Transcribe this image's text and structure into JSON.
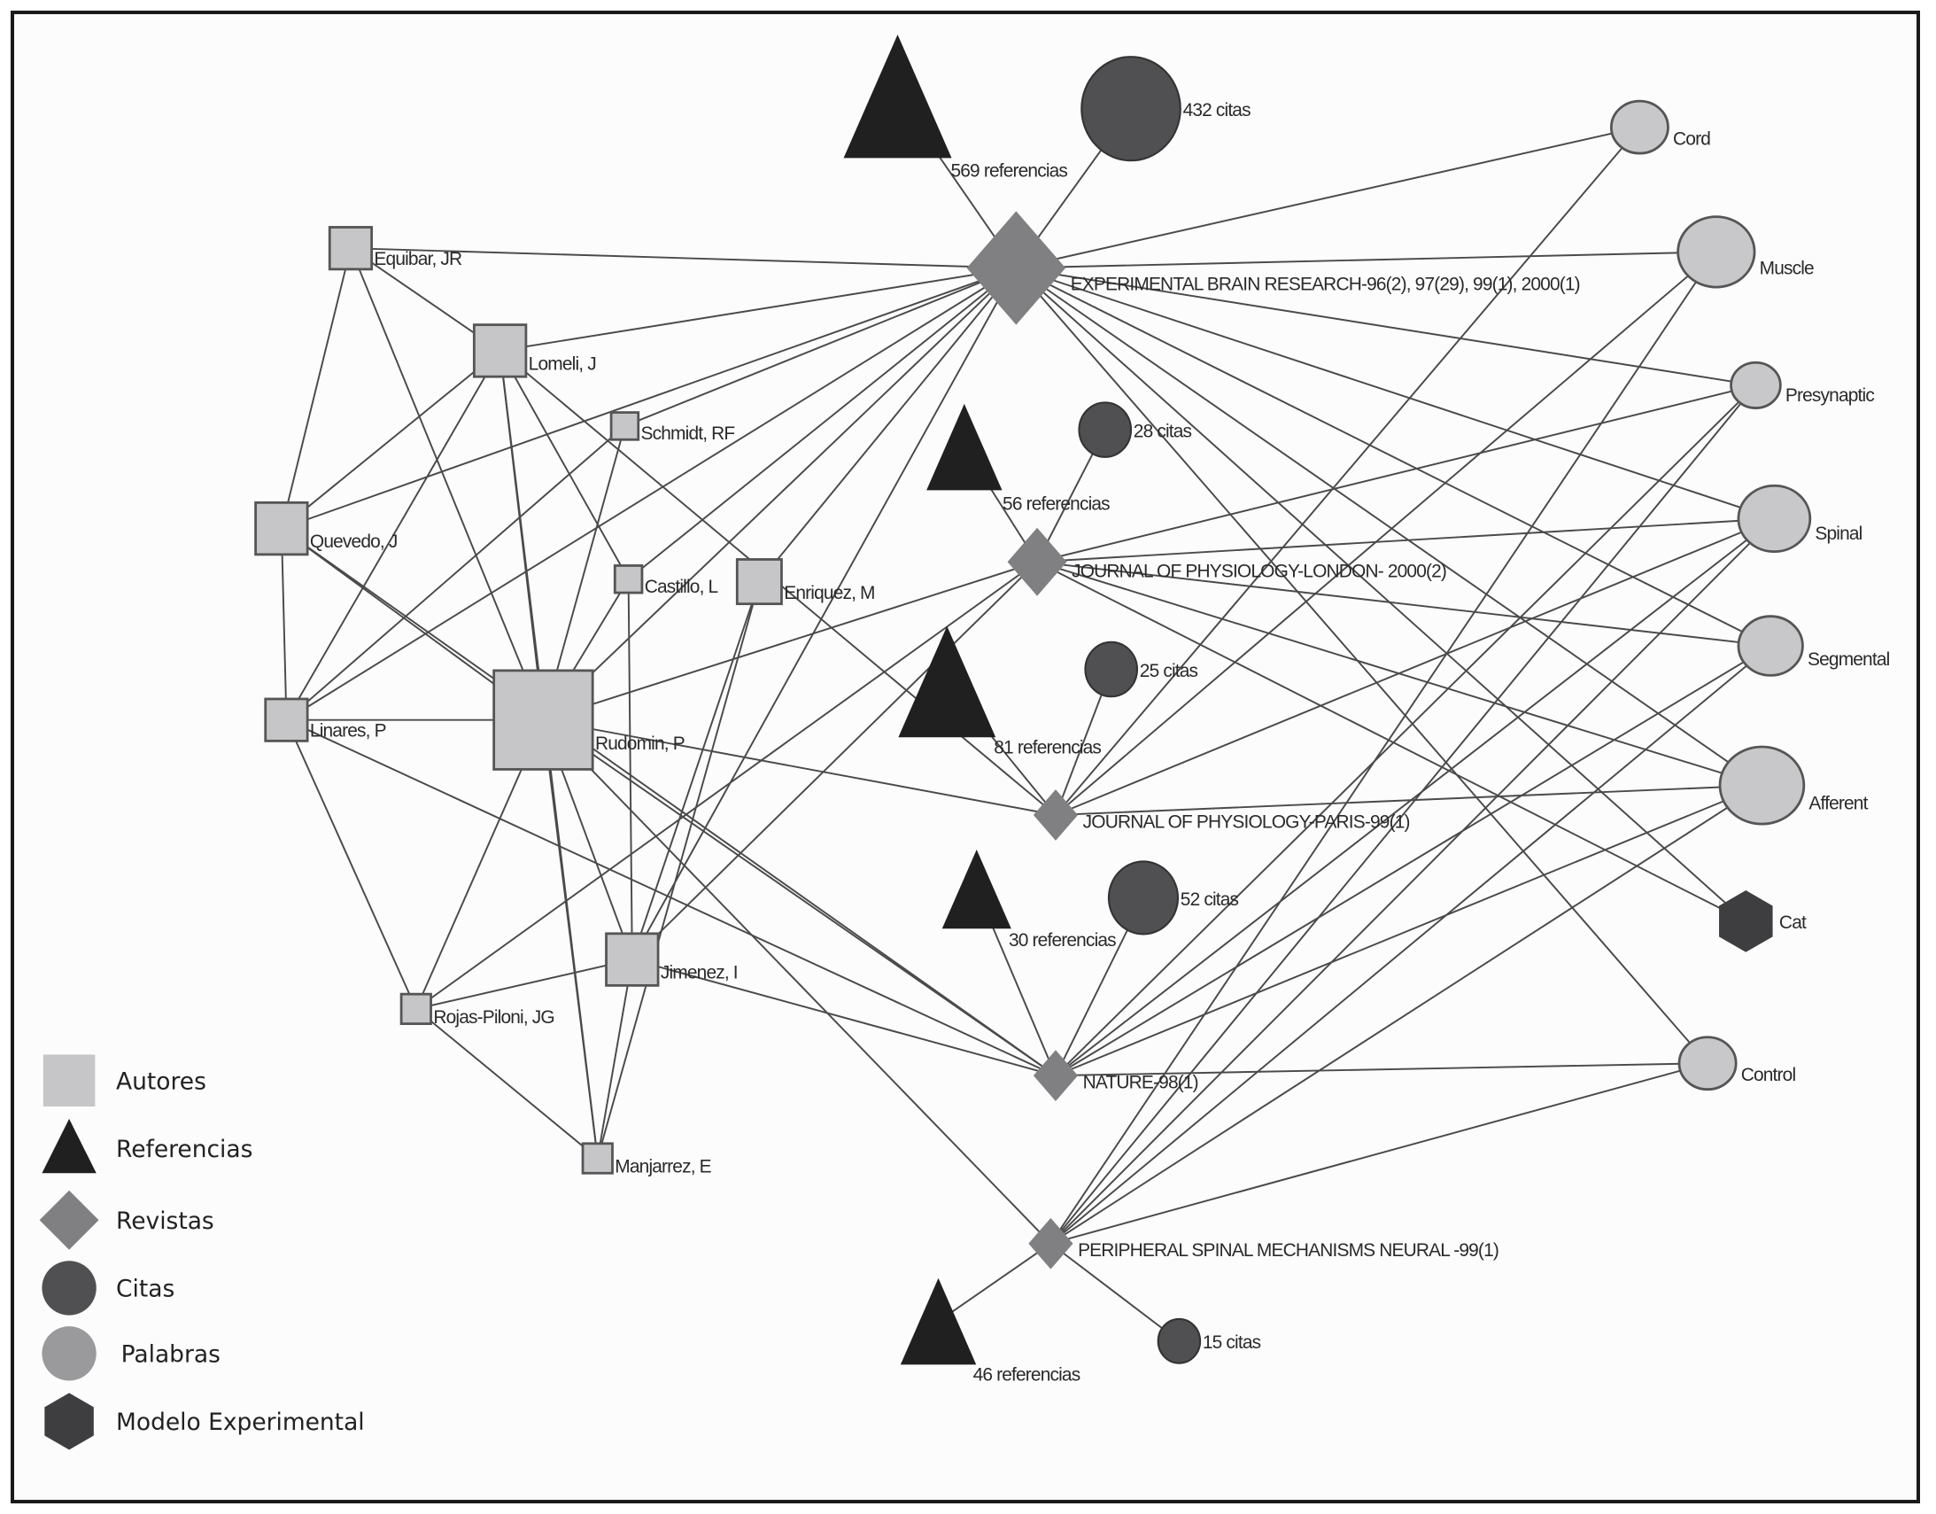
{
  "colors": {
    "author": "#c6c6c8",
    "reference": "#202020",
    "journal": "#808083",
    "citation": "#505052",
    "keyword": "#c8c8ca",
    "model": "#3e3e40",
    "edge": "#4a4a4a",
    "outline": "#555555"
  },
  "legend": [
    {
      "type": "author",
      "label": "Autores"
    },
    {
      "type": "reference",
      "label": "Referencias"
    },
    {
      "type": "journal",
      "label": "Revistas"
    },
    {
      "type": "citation",
      "label": "Citas"
    },
    {
      "type": "keyword",
      "label": "Palabras"
    },
    {
      "type": "model",
      "label": "Modelo Experimental"
    }
  ],
  "nodes": {
    "equibar": {
      "type": "author",
      "label": "Equibar, JR"
    },
    "lomeli": {
      "type": "author",
      "label": "Lomeli, J"
    },
    "schmidt": {
      "type": "author",
      "label": "Schmidt, RF"
    },
    "quevedo": {
      "type": "author",
      "label": "Quevedo, J"
    },
    "castillo": {
      "type": "author",
      "label": "Castillo, L"
    },
    "enriquez": {
      "type": "author",
      "label": "Enriquez, M"
    },
    "linares": {
      "type": "author",
      "label": "Linares, P"
    },
    "rudomin": {
      "type": "author",
      "label": "Rudomin, P"
    },
    "jimenez": {
      "type": "author",
      "label": "Jimenez, I"
    },
    "rojas": {
      "type": "author",
      "label": "Rojas-Piloni, JG"
    },
    "manjarrez": {
      "type": "author",
      "label": "Manjarrez, E"
    },
    "ebr": {
      "type": "journal",
      "label": "EXPERIMENTAL BRAIN RESEARCH-96(2), 97(29), 99(1), 2000(1)"
    },
    "jpl": {
      "type": "journal",
      "label": "JOURNAL OF PHYSIOLOGY-LONDON- 2000(2)"
    },
    "jpp": {
      "type": "journal",
      "label": "JOURNAL OF PHYSIOLOGY-PARIS-99(1)"
    },
    "nat": {
      "type": "journal",
      "label": "NATURE-98(1)"
    },
    "psm": {
      "type": "journal",
      "label": "PERIPHERAL SPINAL MECHANISMS NEURAL -99(1)"
    },
    "ref569": {
      "type": "reference",
      "label": "569 referencias",
      "value": 569
    },
    "ref56": {
      "type": "reference",
      "label": "56 referencias",
      "value": 56
    },
    "ref81": {
      "type": "reference",
      "label": "81 referencias",
      "value": 81
    },
    "ref30": {
      "type": "reference",
      "label": "30 referencias",
      "value": 30
    },
    "ref46": {
      "type": "reference",
      "label": "46 referencias",
      "value": 46
    },
    "cit432": {
      "type": "citation",
      "label": "432 citas",
      "value": 432
    },
    "cit28": {
      "type": "citation",
      "label": "28 citas",
      "value": 28
    },
    "cit25": {
      "type": "citation",
      "label": "25 citas",
      "value": 25
    },
    "cit52": {
      "type": "citation",
      "label": "52 citas",
      "value": 52
    },
    "cit15": {
      "type": "citation",
      "label": "15 citas",
      "value": 15
    },
    "cord": {
      "type": "keyword",
      "label": "Cord"
    },
    "muscle": {
      "type": "keyword",
      "label": "Muscle"
    },
    "presyn": {
      "type": "keyword",
      "label": "Presynaptic"
    },
    "spinal": {
      "type": "keyword",
      "label": "Spinal"
    },
    "segmental": {
      "type": "keyword",
      "label": "Segmental"
    },
    "afferent": {
      "type": "keyword",
      "label": "Afferent"
    },
    "control": {
      "type": "keyword",
      "label": "Control"
    },
    "cat": {
      "type": "model",
      "label": "Cat"
    }
  },
  "edges": [
    [
      "equibar",
      "ebr"
    ],
    [
      "equibar",
      "lomeli"
    ],
    [
      "equibar",
      "quevedo"
    ],
    [
      "equibar",
      "rudomin"
    ],
    [
      "lomeli",
      "ebr"
    ],
    [
      "lomeli",
      "quevedo"
    ],
    [
      "lomeli",
      "linares"
    ],
    [
      "lomeli",
      "rudomin"
    ],
    [
      "lomeli",
      "castillo"
    ],
    [
      "lomeli",
      "jpp"
    ],
    [
      "schmidt",
      "ebr"
    ],
    [
      "schmidt",
      "rudomin"
    ],
    [
      "quevedo",
      "ebr"
    ],
    [
      "quevedo",
      "linares"
    ],
    [
      "quevedo",
      "rudomin"
    ],
    [
      "quevedo",
      "nat"
    ],
    [
      "linares",
      "ebr"
    ],
    [
      "linares",
      "rudomin"
    ],
    [
      "linares",
      "schmidt"
    ],
    [
      "linares",
      "nat"
    ],
    [
      "castillo",
      "ebr"
    ],
    [
      "castillo",
      "rudomin"
    ],
    [
      "castillo",
      "jimenez"
    ],
    [
      "enriquez",
      "ebr"
    ],
    [
      "enriquez",
      "jimenez"
    ],
    [
      "rudomin",
      "ebr"
    ],
    [
      "rudomin",
      "jpl"
    ],
    [
      "rudomin",
      "jpp"
    ],
    [
      "rudomin",
      "nat"
    ],
    [
      "rudomin",
      "psm"
    ],
    [
      "rudomin",
      "jimenez"
    ],
    [
      "rudomin",
      "rojas"
    ],
    [
      "rudomin",
      "manjarrez"
    ],
    [
      "jimenez",
      "ebr"
    ],
    [
      "jimenez",
      "jpl"
    ],
    [
      "jimenez",
      "manjarrez"
    ],
    [
      "jimenez",
      "rojas"
    ],
    [
      "jimenez",
      "nat"
    ],
    [
      "rojas",
      "jpl"
    ],
    [
      "rojas",
      "manjarrez"
    ],
    [
      "rojas",
      "linares"
    ],
    [
      "manjarrez",
      "enriquez"
    ],
    [
      "manjarrez",
      "lomeli"
    ],
    [
      "ref569",
      "ebr"
    ],
    [
      "cit432",
      "ebr"
    ],
    [
      "ref56",
      "jpl"
    ],
    [
      "cit28",
      "jpl"
    ],
    [
      "ref81",
      "jpp"
    ],
    [
      "cit25",
      "jpp"
    ],
    [
      "ref30",
      "nat"
    ],
    [
      "cit52",
      "nat"
    ],
    [
      "ref46",
      "psm"
    ],
    [
      "cit15",
      "psm"
    ],
    [
      "ebr",
      "cord"
    ],
    [
      "ebr",
      "muscle"
    ],
    [
      "ebr",
      "presyn"
    ],
    [
      "ebr",
      "spinal"
    ],
    [
      "ebr",
      "segmental"
    ],
    [
      "ebr",
      "afferent"
    ],
    [
      "ebr",
      "cat"
    ],
    [
      "ebr",
      "control"
    ],
    [
      "jpl",
      "spinal"
    ],
    [
      "jpl",
      "segmental"
    ],
    [
      "jpl",
      "afferent"
    ],
    [
      "jpl",
      "cat"
    ],
    [
      "jpl",
      "presyn"
    ],
    [
      "jpp",
      "afferent"
    ],
    [
      "jpp",
      "spinal"
    ],
    [
      "jpp",
      "cord"
    ],
    [
      "jpp",
      "muscle"
    ],
    [
      "nat",
      "control"
    ],
    [
      "nat",
      "afferent"
    ],
    [
      "nat",
      "spinal"
    ],
    [
      "nat",
      "presyn"
    ],
    [
      "nat",
      "segmental"
    ],
    [
      "psm",
      "control"
    ],
    [
      "psm",
      "afferent"
    ],
    [
      "psm",
      "spinal"
    ],
    [
      "psm",
      "presyn"
    ],
    [
      "psm",
      "muscle"
    ],
    [
      "psm",
      "segmental"
    ]
  ]
}
